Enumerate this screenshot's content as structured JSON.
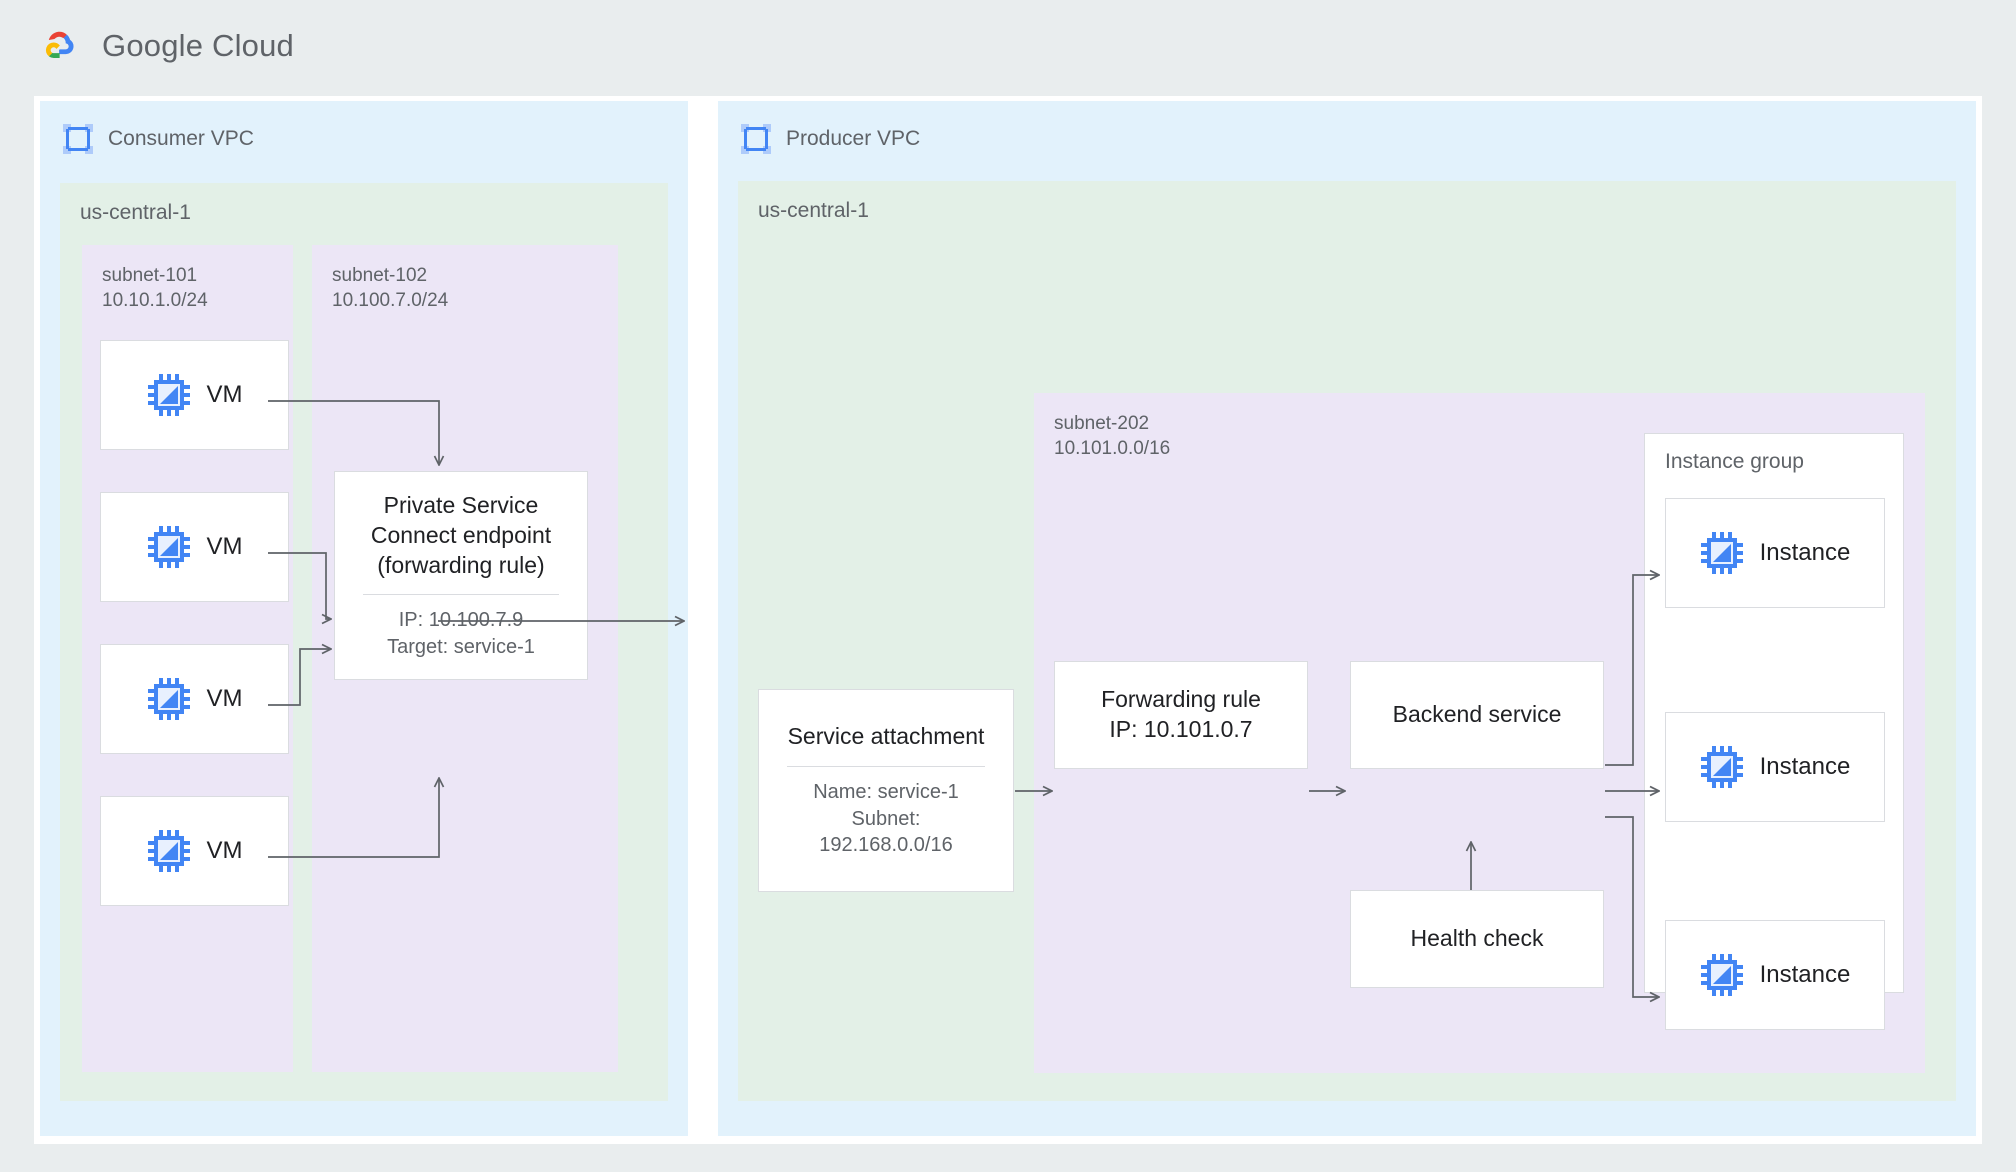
{
  "brand": {
    "name": "Google Cloud",
    "logo_icon": "google-cloud-logo",
    "colors": {
      "red": "#ea4335",
      "blue": "#4285f4",
      "yellow": "#fbbc05",
      "green": "#34a853"
    }
  },
  "palette": {
    "canvas": "#e9edee",
    "card": "#ffffff",
    "vpc": "#e2f2fc",
    "region": "#e3f0e7",
    "subnet": "#ece6f6",
    "node_border": "#dadce0",
    "arrow": "#5f6368",
    "text_primary": "#202124",
    "text_secondary": "#5f6368",
    "icon_blue": "#4285f4",
    "icon_blue_light": "#8ab4f8"
  },
  "diagram": {
    "type": "architecture",
    "consumer_vpc": {
      "title": "Consumer VPC",
      "icon": "vpc-icon",
      "region": {
        "label": "us-central-1",
        "subnets": [
          {
            "id": "subnet-101",
            "name": "subnet-101",
            "cidr": "10.10.1.0/24",
            "label": "subnet-101\n10.10.1.0/24",
            "nodes": [
              {
                "id": "vm-1",
                "label": "VM",
                "icon": "chip-icon"
              },
              {
                "id": "vm-2",
                "label": "VM",
                "icon": "chip-icon"
              },
              {
                "id": "vm-3",
                "label": "VM",
                "icon": "chip-icon"
              },
              {
                "id": "vm-4",
                "label": "VM",
                "icon": "chip-icon"
              }
            ]
          },
          {
            "id": "subnet-102",
            "name": "subnet-102",
            "cidr": "10.100.7.0/24",
            "label": "subnet-102\n10.100.7.0/24",
            "nodes": [
              {
                "id": "psc-endpoint",
                "title": "Private Service\nConnect endpoint\n(forwarding rule)",
                "details": "IP: 10.100.7.9\nTarget: service-1",
                "ip": "10.100.7.9",
                "target": "service-1"
              }
            ]
          }
        ]
      }
    },
    "producer_vpc": {
      "title": "Producer VPC",
      "icon": "vpc-icon",
      "region": {
        "label": "us-central-1",
        "service_attachment": {
          "id": "service-attachment",
          "title": "Service attachment",
          "details": "Name: service-1\nSubnet:\n192.168.0.0/16",
          "name": "service-1",
          "subnet": "192.168.0.0/16"
        },
        "subnets": [
          {
            "id": "subnet-202",
            "name": "subnet-202",
            "cidr": "10.101.0.0/16",
            "label": "subnet-202\n10.101.0.0/16",
            "nodes": [
              {
                "id": "forwarding-rule",
                "title": "Forwarding rule\nIP: 10.101.0.7",
                "ip": "10.101.0.7"
              },
              {
                "id": "backend-service",
                "title": "Backend service"
              },
              {
                "id": "health-check",
                "title": "Health check"
              }
            ],
            "instance_group": {
              "id": "instance-group",
              "label": "Instance group",
              "instances": [
                {
                  "id": "instance-1",
                  "label": "Instance",
                  "icon": "chip-icon"
                },
                {
                  "id": "instance-2",
                  "label": "Instance",
                  "icon": "chip-icon"
                },
                {
                  "id": "instance-3",
                  "label": "Instance",
                  "icon": "chip-icon"
                }
              ]
            }
          }
        ]
      }
    },
    "connections": [
      {
        "from": "vm-1",
        "to": "psc-endpoint",
        "style": "elbow-down-arrow"
      },
      {
        "from": "vm-2",
        "to": "psc-endpoint",
        "style": "straight-arrow"
      },
      {
        "from": "vm-3",
        "to": "psc-endpoint",
        "style": "straight-arrow"
      },
      {
        "from": "vm-4",
        "to": "psc-endpoint",
        "style": "elbow-up-arrow"
      },
      {
        "from": "psc-endpoint",
        "to": "service-attachment",
        "style": "straight-arrow"
      },
      {
        "from": "service-attachment",
        "to": "forwarding-rule",
        "style": "straight-arrow"
      },
      {
        "from": "forwarding-rule",
        "to": "backend-service",
        "style": "straight-arrow"
      },
      {
        "from": "backend-service",
        "to": "instance-1",
        "style": "elbow-up-arrow"
      },
      {
        "from": "backend-service",
        "to": "instance-2",
        "style": "straight-arrow"
      },
      {
        "from": "backend-service",
        "to": "instance-3",
        "style": "elbow-down-arrow"
      },
      {
        "from": "health-check",
        "to": "backend-service",
        "style": "straight-up-arrow"
      }
    ]
  }
}
